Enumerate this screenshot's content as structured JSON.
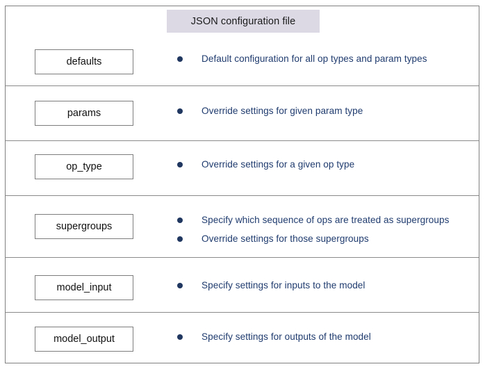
{
  "header": {
    "title": "JSON configuration file",
    "background_color": "#dcd9e5"
  },
  "colors": {
    "bullet": "#20375f",
    "bullet_text": "#1f3b6e",
    "frame_border": "#808080",
    "box_border": "#7d7d7d",
    "page_background": "#ffffff"
  },
  "rows": [
    {
      "key": "defaults",
      "bullets": [
        "Default configuration for all op types and param types"
      ]
    },
    {
      "key": "params",
      "bullets": [
        "Override settings for given param type"
      ]
    },
    {
      "key": "op_type",
      "bullets": [
        "Override settings for a given op type"
      ]
    },
    {
      "key": "supergroups",
      "bullets": [
        "Specify which sequence of ops are treated as supergroups",
        "Override settings for those supergroups"
      ]
    },
    {
      "key": "model_input",
      "bullets": [
        "Specify settings for inputs to the model"
      ]
    },
    {
      "key": "model_output",
      "bullets": [
        "Specify settings for outputs of the model"
      ]
    }
  ]
}
